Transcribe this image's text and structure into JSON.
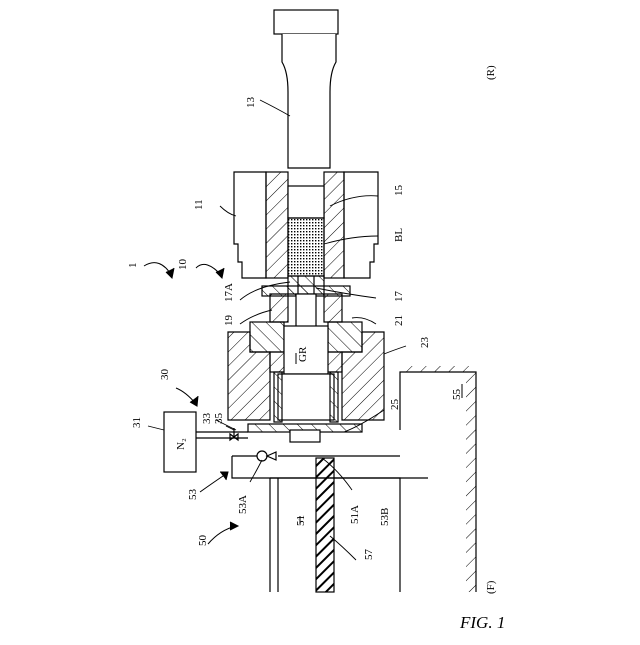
{
  "figure": {
    "caption": "FIG. 1",
    "direction_rear": "(R)",
    "direction_front": "(F)"
  },
  "labels": {
    "l1": "1",
    "l10": "10",
    "l11": "11",
    "l13": "13",
    "l15": "15",
    "lBL": "BL",
    "l17": "17",
    "l17A": "17A",
    "l19": "19",
    "l21": "21",
    "l23": "23",
    "l25": "25",
    "lGR": "GR",
    "l30": "30",
    "l31": "31",
    "lN2": "N₂",
    "l33": "33",
    "l35": "35",
    "l50": "50",
    "l51": "51",
    "l51A": "51A",
    "l53": "53",
    "l53A": "53A",
    "l53B": "53B",
    "l55": "55",
    "l57": "57"
  },
  "colors": {
    "ink": "#000000",
    "paper": "#ffffff"
  }
}
